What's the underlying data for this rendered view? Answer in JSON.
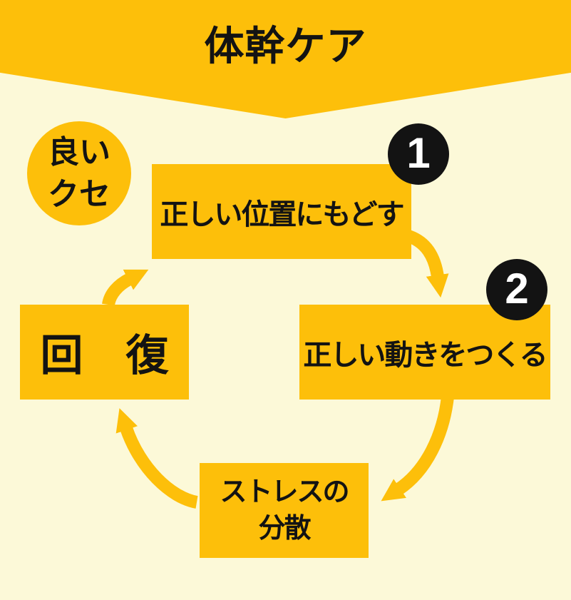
{
  "title_banner": {
    "title": "体幹ケア"
  },
  "good_habit_badge": {
    "label": "良い\nクセ"
  },
  "cycle": {
    "steps": [
      {
        "number": "1",
        "label": "正しい位置にもどす"
      },
      {
        "number": "2",
        "label": "正しい動きをつくる"
      },
      {
        "label": "ストレスの\n分散"
      },
      {
        "label": "回　復"
      }
    ]
  },
  "icons": {
    "flow_arrow": "curved-cycle-arrow"
  },
  "colors": {
    "accent_orange": "#fdbf0a",
    "background_pale_yellow": "#fcf9d8",
    "text_black": "#131313",
    "badge_black": "#131313",
    "badge_number_white": "#ffffff"
  }
}
